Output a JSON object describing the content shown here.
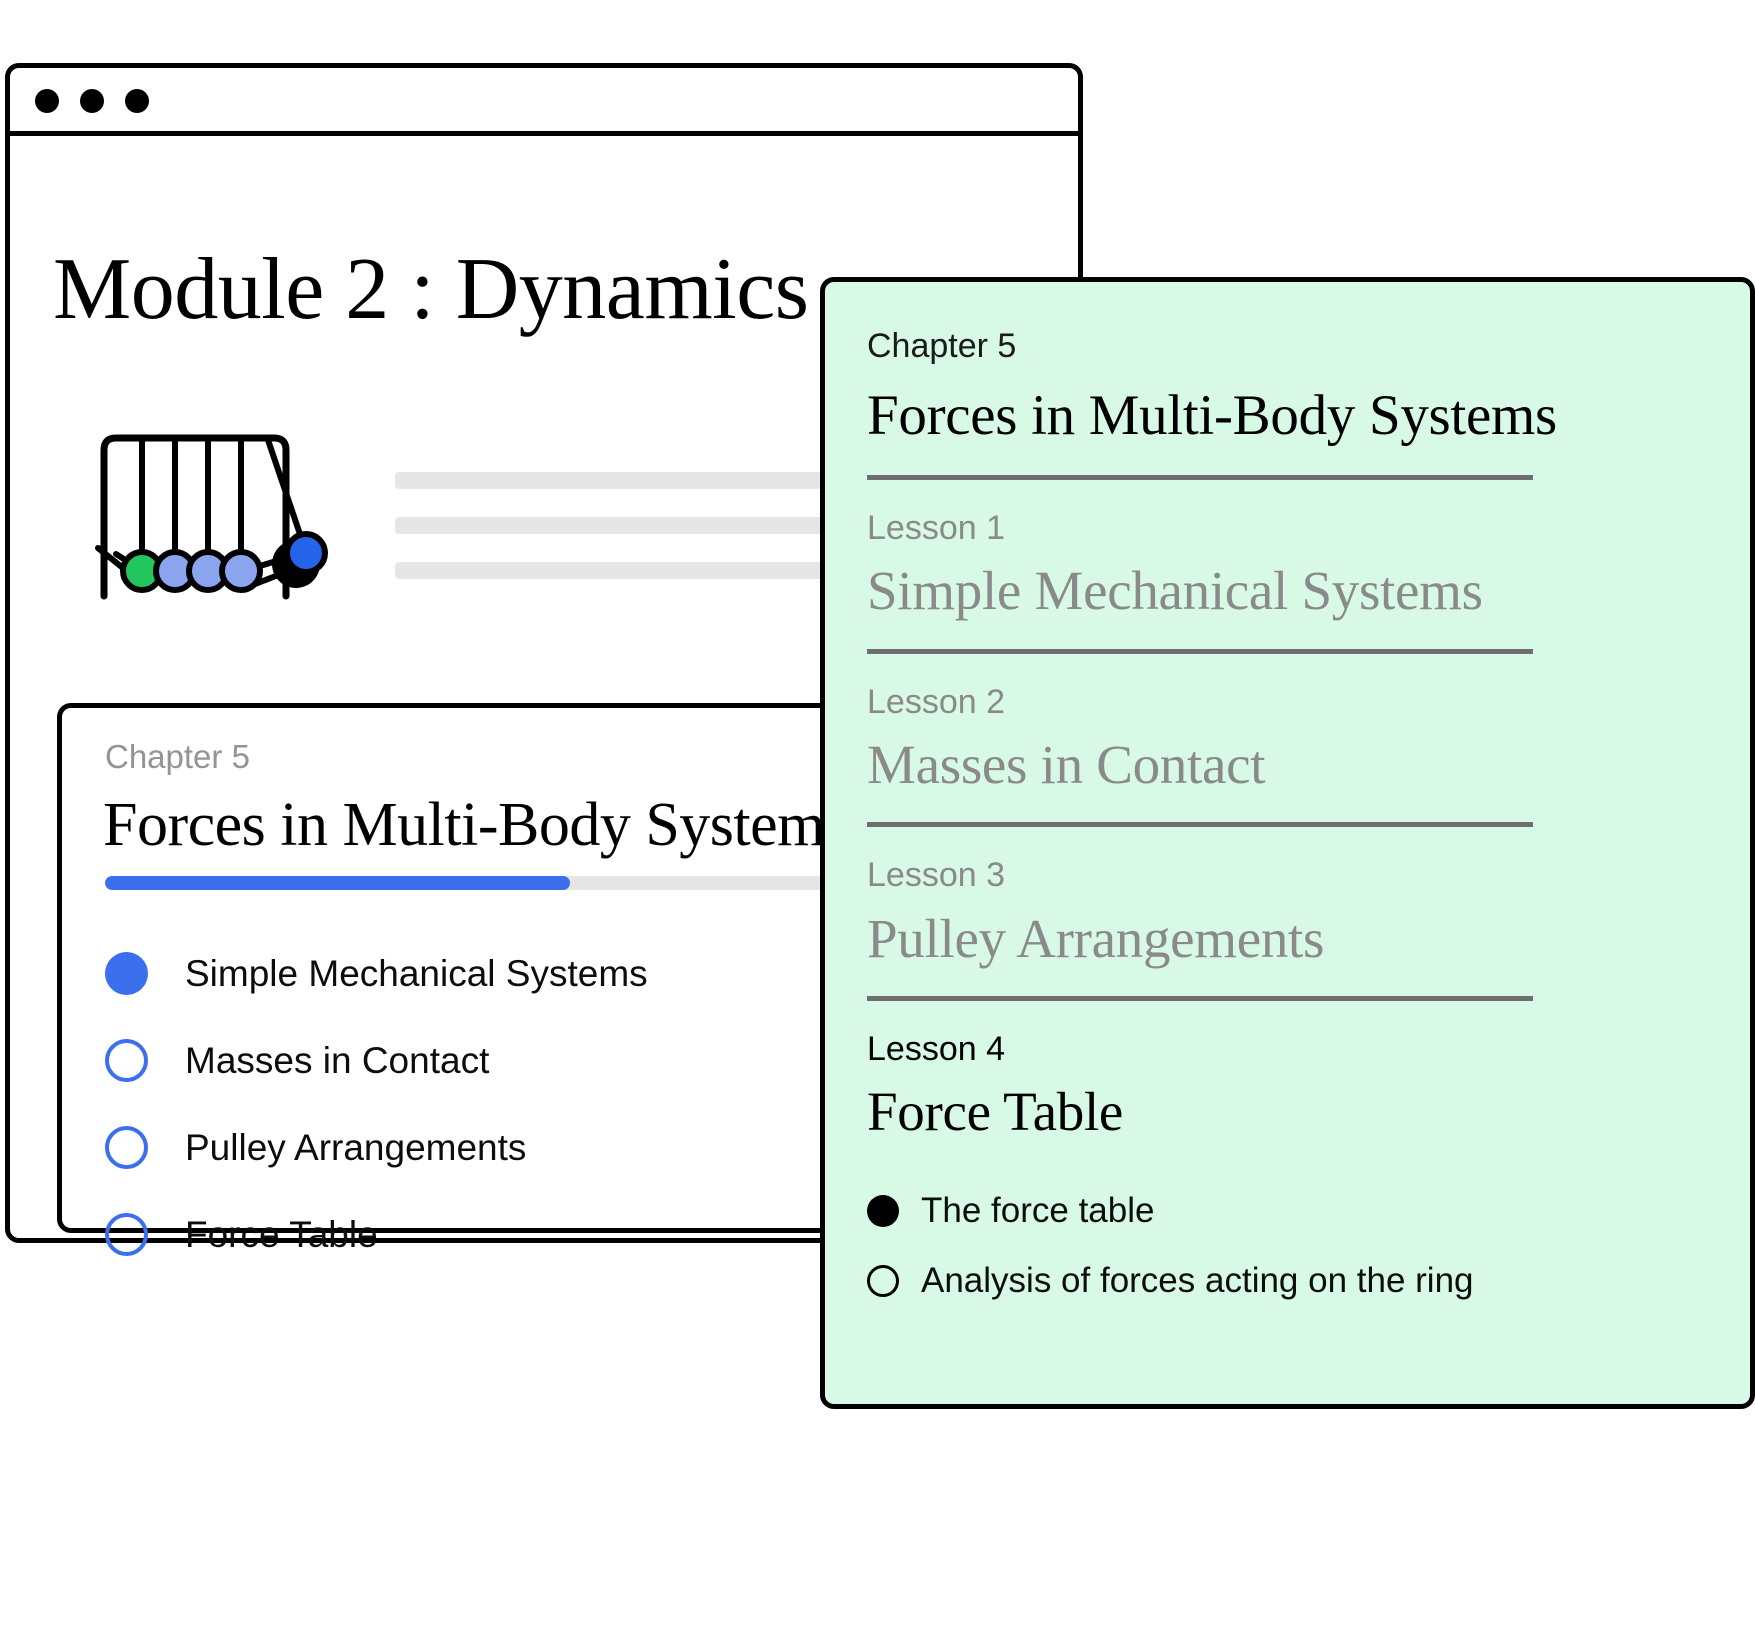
{
  "window": {
    "traffic_dots": [
      "dot-1",
      "dot-2",
      "dot-3"
    ],
    "module_title": "Module 2 : Dynamics"
  },
  "illustration": {
    "name": "newtons-cradle",
    "ball_colors": [
      "#22c55e",
      "#8ba4f0",
      "#8ba4f0",
      "#8ba4f0",
      "#000000"
    ],
    "swinging_ball_color": "#2563eb"
  },
  "skeleton_lines": [
    "line-1",
    "line-2",
    "line-3"
  ],
  "chapter_card": {
    "eyebrow": "Chapter 5",
    "title": "Forces in Multi-Body Systems",
    "progress_percent": 50,
    "progress_fill_color": "#3b6fee",
    "progress_track_color": "#e6e6e6",
    "items": [
      {
        "label": "Simple Mechanical Systems",
        "selected": true
      },
      {
        "label": "Masses in Contact",
        "selected": false
      },
      {
        "label": "Pulley Arrangements",
        "selected": false
      },
      {
        "label": "Force Table",
        "selected": false
      }
    ]
  },
  "green_panel": {
    "background_color": "#d7f9e5",
    "eyebrow": "Chapter 5",
    "title": "Forces in Multi-Body Systems",
    "lessons": [
      {
        "eyebrow": "Lesson 1",
        "title": "Simple Mechanical Systems",
        "active": false
      },
      {
        "eyebrow": "Lesson 2",
        "title": "Masses in Contact",
        "active": false
      },
      {
        "eyebrow": "Lesson 3",
        "title": "Pulley Arrangements",
        "active": false
      },
      {
        "eyebrow": "Lesson 4",
        "title": "Force Table",
        "active": true
      }
    ],
    "topics": [
      {
        "label": "The force table",
        "selected": true
      },
      {
        "label": "Analysis of forces acting on the ring",
        "selected": false
      }
    ]
  }
}
